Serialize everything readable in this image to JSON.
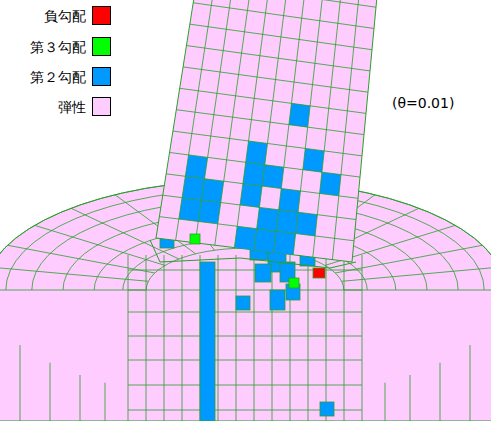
{
  "diagram": {
    "labels": [
      "(θ=0.01)"
    ],
    "legend": [
      {
        "text": "負勾配",
        "color": "#ff0000"
      },
      {
        "text": "第３勾配",
        "color": "#00ff00"
      },
      {
        "text": "第２勾配",
        "color": "#0099ff"
      },
      {
        "text": "弾性",
        "color": "#ffccff"
      }
    ]
  }
}
